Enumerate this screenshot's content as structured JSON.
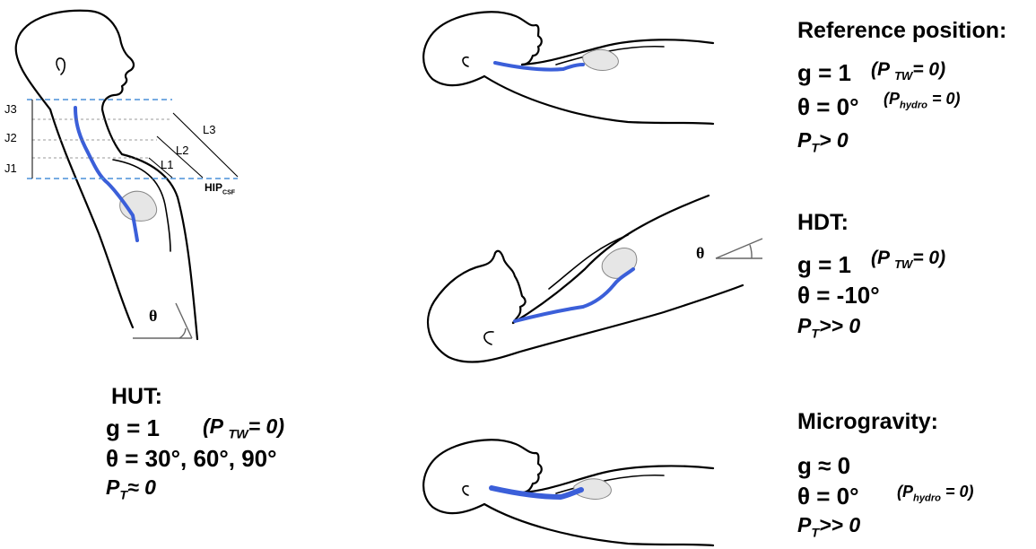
{
  "diagram": {
    "hut": {
      "joint_labels": [
        "J3",
        "J2",
        "J1"
      ],
      "length_labels": [
        "L1",
        "L2",
        "L3"
      ],
      "hip_label": "HIP",
      "hip_sub": "CSF",
      "angle_symbol": "θ",
      "title": "HUT:",
      "g_line": "g = 1",
      "note_p": "(P",
      "note_sub": "TW",
      "note_rest": "= 0)",
      "theta_line": "θ = 30°, 60°, 90°",
      "pt_p": "P",
      "pt_sub": "T",
      "pt_rest": "≈ 0"
    },
    "reference": {
      "title": "Reference position:",
      "g_line": "g = 1",
      "note1_p": "(P",
      "note1_sub": "TW",
      "note1_rest": "= 0)",
      "theta_line": "θ = 0°",
      "note2_p": "(P",
      "note2_sub": "hydro",
      "note2_rest": "= 0)",
      "pt_p": "P",
      "pt_sub": "T",
      "pt_rest": "> 0"
    },
    "hdt": {
      "angle_symbol": "θ",
      "title": "HDT:",
      "g_line": "g = 1",
      "note_p": "(P",
      "note_sub": "TW",
      "note_rest": "= 0)",
      "theta_line": "θ = -10°",
      "pt_p": "P",
      "pt_sub": "T",
      "pt_rest": ">> 0"
    },
    "micro": {
      "title": "Microgravity:",
      "g_line": "g ≈ 0",
      "theta_line": "θ = 0°",
      "note_p": "(P",
      "note_sub": "hydro",
      "note_rest": "= 0)",
      "pt_p": "P",
      "pt_sub": "T",
      "pt_rest": ">> 0"
    }
  },
  "colors": {
    "vessel": "#3b5fd9",
    "guide": "#4a90d9",
    "ink": "#000000"
  }
}
